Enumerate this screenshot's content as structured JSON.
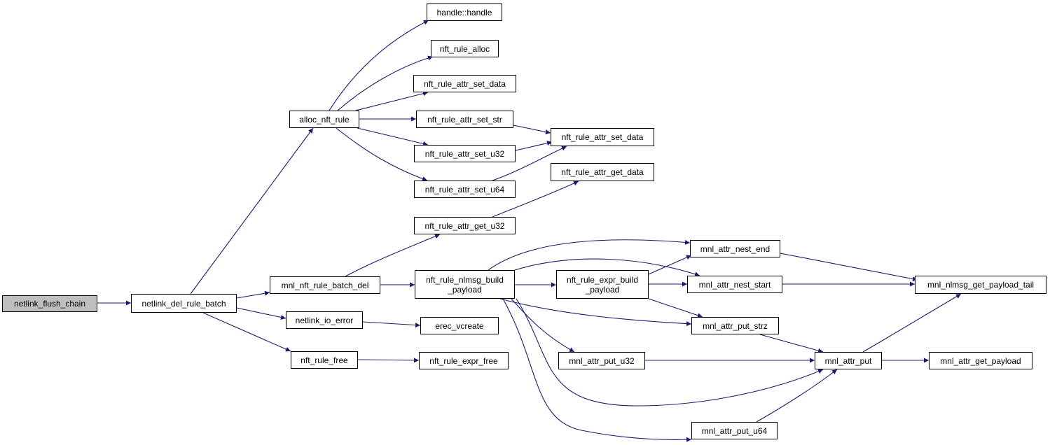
{
  "graph": {
    "edge_color": "#191970",
    "root_fill": "#bfbfbf",
    "nodes": {
      "netlink_flush_chain": "netlink_flush_chain",
      "netlink_del_rule_batch": "netlink_del_rule_batch",
      "alloc_nft_rule": "alloc_nft_rule",
      "handle_handle": "handle::handle",
      "nft_rule_alloc": "nft_rule_alloc",
      "nft_rule_attr_set_data_1": "nft_rule_attr_set_data",
      "nft_rule_attr_set_str": "nft_rule_attr_set_str",
      "nft_rule_attr_set_data_2": "nft_rule_attr_set_data",
      "nft_rule_attr_set_u32": "nft_rule_attr_set_u32",
      "nft_rule_attr_set_u64": "nft_rule_attr_set_u64",
      "nft_rule_attr_get_data": "nft_rule_attr_get_data",
      "nft_rule_attr_get_u32": "nft_rule_attr_get_u32",
      "mnl_nft_rule_batch_del": "mnl_nft_rule_batch_del",
      "nft_rule_nlmsg_build_payload": "nft_rule_nlmsg_build\n_payload",
      "nft_rule_expr_build_payload": "nft_rule_expr_build\n_payload",
      "mnl_attr_nest_end": "mnl_attr_nest_end",
      "mnl_attr_nest_start": "mnl_attr_nest_start",
      "mnl_nlmsg_get_payload_tail": "mnl_nlmsg_get_payload_tail",
      "netlink_io_error": "netlink_io_error",
      "erec_vcreate": "erec_vcreate",
      "mnl_attr_put_strz": "mnl_attr_put_strz",
      "nft_rule_free": "nft_rule_free",
      "nft_rule_expr_free": "nft_rule_expr_free",
      "mnl_attr_put_u32": "mnl_attr_put_u32",
      "mnl_attr_put": "mnl_attr_put",
      "mnl_attr_get_payload": "mnl_attr_get_payload",
      "mnl_attr_put_u64": "mnl_attr_put_u64"
    }
  }
}
